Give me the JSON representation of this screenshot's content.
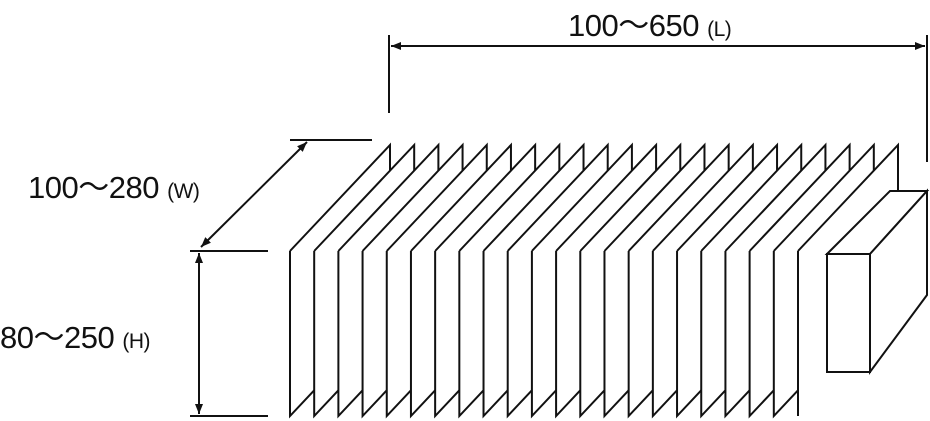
{
  "dimensions": {
    "length": {
      "range": "100～650",
      "unit": "(L)"
    },
    "width": {
      "range": "100～280",
      "unit": "(W)"
    },
    "height": {
      "range": "80～250",
      "unit": "(H)"
    }
  },
  "bellows": {
    "plate_count": 22
  },
  "colors": {
    "line": "#111111",
    "fill": "#ffffff"
  }
}
